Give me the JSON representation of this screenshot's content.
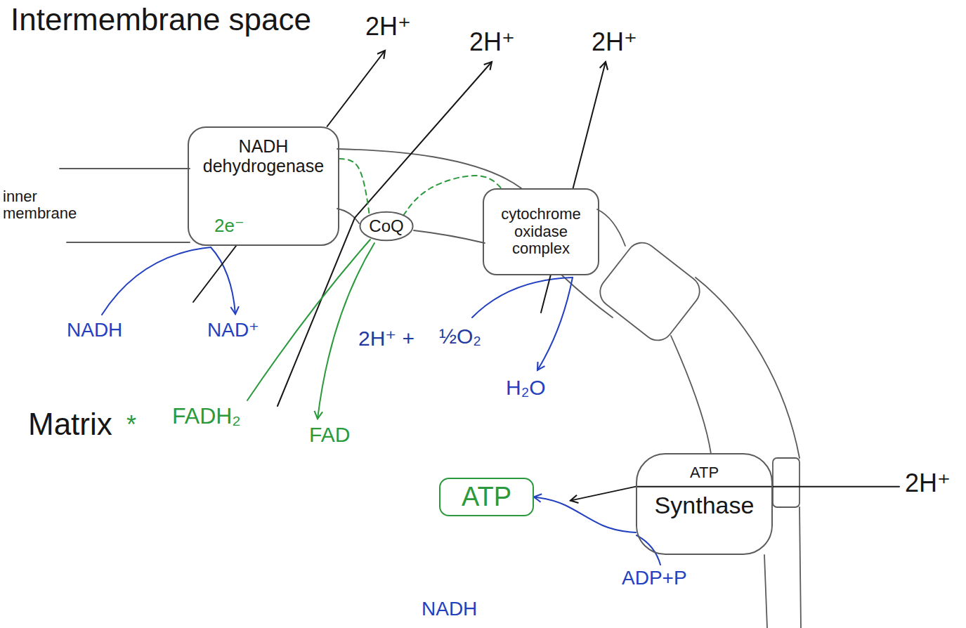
{
  "diagram": {
    "nodes": [
      {
        "text": [
          "NADH dehydrogenase",
          "2e⁻"
        ]
      },
      {
        "text": [
          "CoQ"
        ]
      },
      {
        "text": [
          "cytochrome oxidase complex"
        ]
      },
      {
        "text": [
          "ATP",
          "Synthase"
        ]
      },
      {
        "text": [
          "ATP"
        ]
      }
    ],
    "edges": [
      {
        "from": 0,
        "to": 1,
        "arrow": "none"
      },
      {
        "from": 1,
        "to": 2,
        "arrow": "none"
      },
      {
        "from": 3,
        "to": 4,
        "arrow": "to"
      }
    ],
    "labels": [
      "Intermembrane space",
      "2H⁺",
      "2H⁺",
      "2H⁺",
      "inner membrane",
      "NADH",
      "NAD⁺",
      "2H⁺ +",
      "½O₂",
      "H₂O",
      "Matrix",
      "*",
      "FADH₂",
      "FAD",
      "2H⁺",
      "ADP+P",
      "NADH"
    ]
  }
}
